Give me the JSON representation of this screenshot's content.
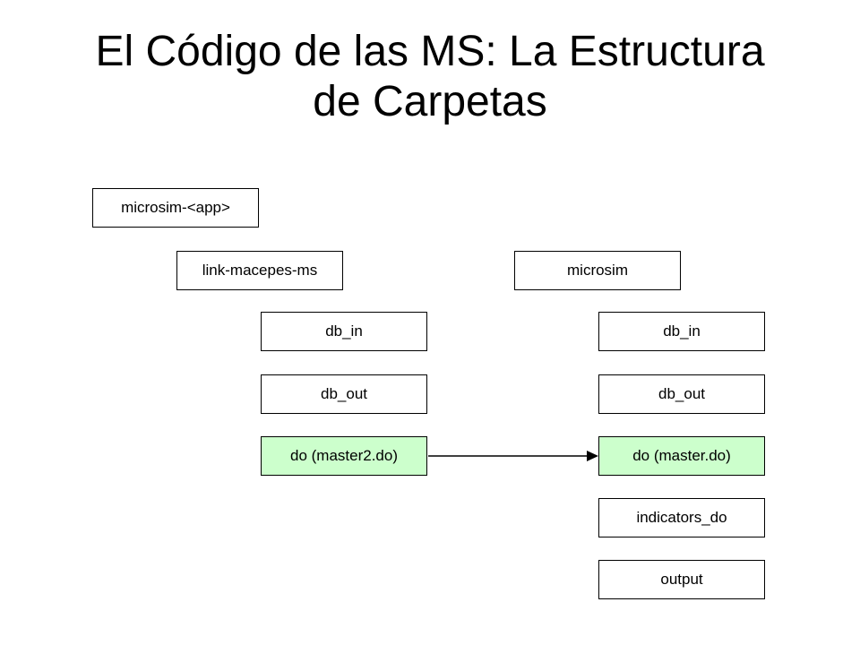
{
  "slide": {
    "title_line1": "El Código de las MS: La Estructura",
    "title_line2": "de Carpetas"
  },
  "tree": {
    "root": "microsim-<app>",
    "left_branch": {
      "parent": "link-macepes-ms",
      "children": [
        "db_in",
        "db_out",
        "do (master2.do)"
      ]
    },
    "right_branch": {
      "parent": "microsim",
      "children": [
        "db_in",
        "db_out",
        "do (master.do)",
        "indicators_do",
        "output"
      ]
    },
    "link": {
      "from": "do (master2.do)",
      "to": "do (master.do)"
    }
  },
  "colors": {
    "highlight_fill": "#ccffcc",
    "border": "#000000"
  }
}
